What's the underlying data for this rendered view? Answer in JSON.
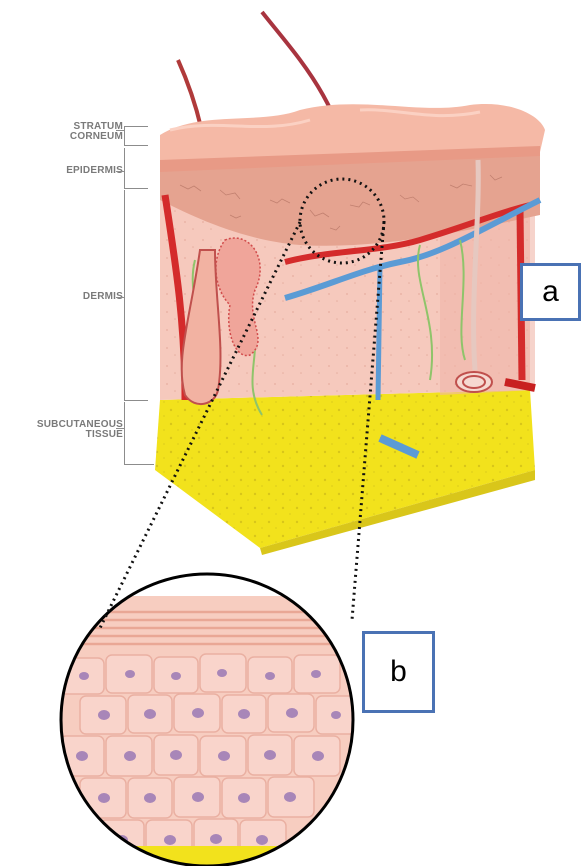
{
  "labels": {
    "stratum_corneum": "STRATUM\nCORNEUM",
    "epidermis": "EPIDERMIS",
    "dermis": "DERMIS",
    "subcutaneous": "SUBCUTANEOUS\nTISSUE"
  },
  "callouts": {
    "a": "a",
    "b": "b"
  },
  "colors": {
    "skin_surface": "#f3b3a0",
    "epidermis": "#e8a08c",
    "dermis": "#f6c9bd",
    "fat": "#f2e21c",
    "artery": "#d42b2b",
    "vein": "#5b9bd5",
    "nerve": "#8fc46a",
    "callout_border": "#4a72b4"
  }
}
